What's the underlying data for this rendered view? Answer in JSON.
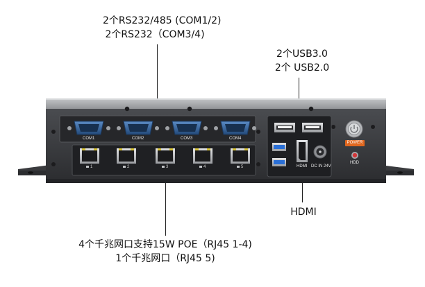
{
  "callouts": {
    "com_line1": "2个RS232/485 (COM1/2)",
    "com_line2": "2个RS232（COM3/4)",
    "usb_line1": "2个USB3.0",
    "usb_line2": "2个 USB2.0",
    "hdmi": "HDMI",
    "lan_line1": "4个千兆网口支持15W POE（RJ45 1-4)",
    "lan_line2": "1个千兆网口（RJ45 5)"
  },
  "device": {
    "com_ports": [
      "COM1",
      "COM2",
      "COM3",
      "COM4"
    ],
    "lan_port_labels": [
      "1",
      "2",
      "3",
      "4",
      "5"
    ],
    "hdmi_label": "HDMI",
    "dc_label": "DC IN 24V",
    "power_label": "POWER",
    "hdd_label": "HDD"
  },
  "colors": {
    "chassis": "#3b3d40",
    "top_cover": "#a9abae",
    "serial_blue": "#2f5f97",
    "usb3_blue": "#2a6fd6",
    "power_orange": "#e0671f",
    "led_red": "#d2373a"
  }
}
